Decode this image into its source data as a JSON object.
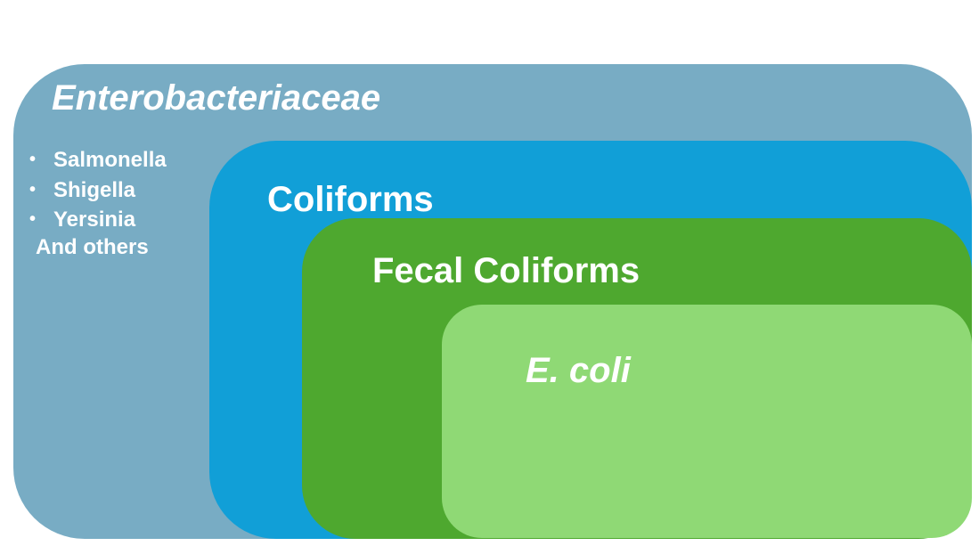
{
  "groups": {
    "enterobacteriaceae": {
      "label": "Enterobacteriaceae",
      "color": "#78acc4",
      "members": [
        "Salmonella",
        "Shigella",
        "Yersinia"
      ],
      "others": "And others"
    },
    "coliforms": {
      "label": "Coliforms",
      "color": "#119fd7"
    },
    "fecal_coliforms": {
      "label": "Fecal Coliforms",
      "color": "#4ea82f"
    },
    "e_coli": {
      "label": "E. coli",
      "color": "#8fd975"
    }
  }
}
